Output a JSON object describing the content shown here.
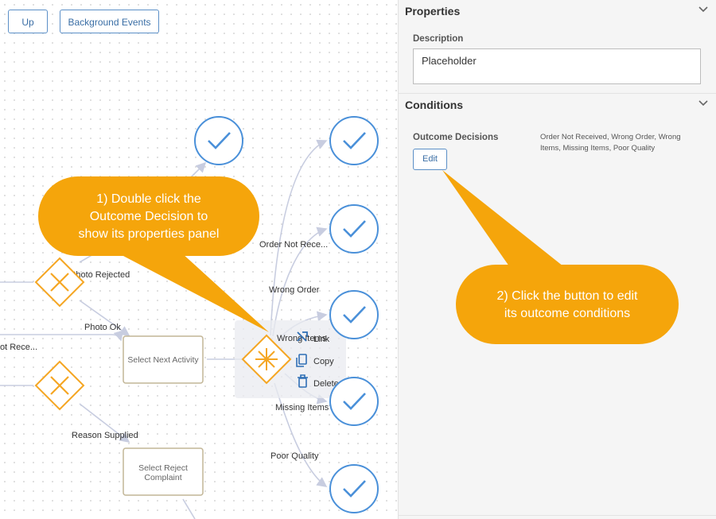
{
  "toolbar": {
    "up_label": "Up",
    "background_events_label": "Background Events"
  },
  "diagram": {
    "edge_labels": {
      "photo_rejected": "Photo Rejected",
      "photo_ok": "Photo Ok",
      "not_received": "ot Rece...",
      "reason_supplied": "Reason Supplied",
      "order_not_received": "Order Not Rece...",
      "wrong_order": "Wrong Order",
      "wrong_items": "Wrong Items",
      "missing_items": "Missing Items",
      "poor_quality": "Poor Quality"
    },
    "activities": {
      "select_next_activity": "Select Next Activity",
      "select_reject_complaint_line1": "Select Reject",
      "select_reject_complaint_line2": "Complaint"
    },
    "context_menu": {
      "link": "Link",
      "copy": "Copy",
      "delete": "Delete"
    }
  },
  "callouts": {
    "one": [
      "1) Double click the",
      "Outcome Decision to",
      "show its properties panel"
    ],
    "two": [
      "2) Click the button to edit",
      "its outcome conditions"
    ]
  },
  "panel": {
    "properties": {
      "title": "Properties",
      "description_label": "Description",
      "description_value": "Placeholder"
    },
    "conditions": {
      "title": "Conditions",
      "outcome_label": "Outcome Decisions",
      "edit_label": "Edit",
      "outcomes_text": "Order Not Received, Wrong Order, Wrong Items, Missing Items, Poor Quality"
    }
  },
  "colors": {
    "accent_blue": "#4a90d9",
    "gateway_orange": "#f5a623",
    "callout_orange": "#f5a50b",
    "button_blue": "#3a6ea5"
  }
}
